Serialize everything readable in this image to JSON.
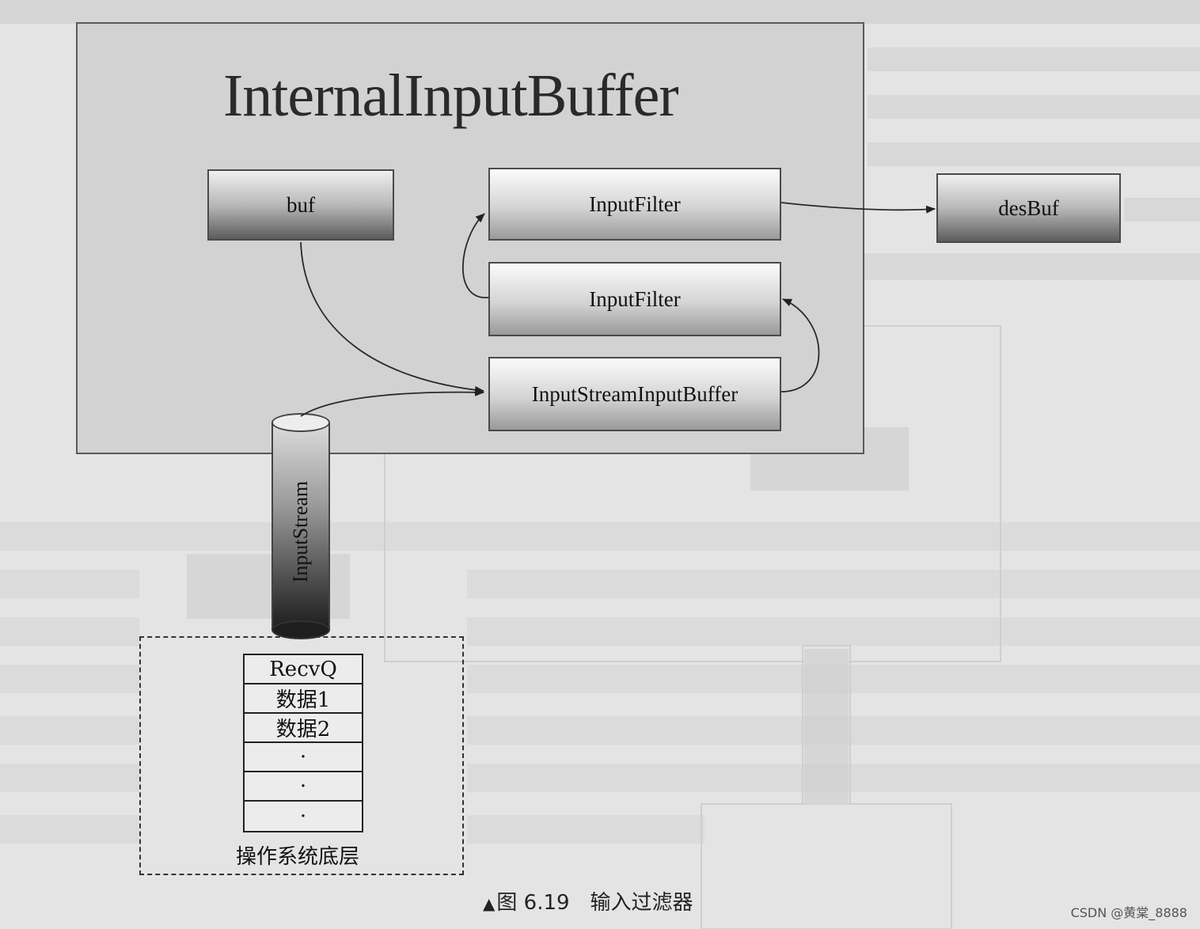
{
  "diagram": {
    "title": "InternalInputBuffer",
    "boxes": {
      "buf": "buf",
      "input_filter_top": "InputFilter",
      "input_filter_mid": "InputFilter",
      "input_stream_input_buffer": "InputStreamInputBuffer",
      "des_buf": "desBuf"
    },
    "cylinder_label": "InputStream",
    "recv_queue": {
      "cells": [
        "RecvQ",
        "数据1",
        "数据2",
        "·",
        "·",
        "·"
      ]
    },
    "os_layer_label": "操作系统底层"
  },
  "caption": {
    "marker": "▲",
    "text": "图 6.19　输入过滤器"
  },
  "watermark": "CSDN @黄棠_8888"
}
